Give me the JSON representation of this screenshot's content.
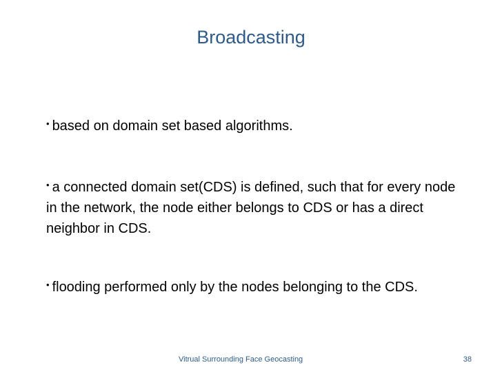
{
  "slide": {
    "title": "Broadcasting",
    "bullet_marker": "•",
    "bullets": [
      "based on domain set based algorithms.",
      "a connected domain set(CDS) is defined, such that for every node in the network, the node either belongs to CDS or has a direct neighbor in CDS.",
      "flooding performed only by the nodes belonging to the CDS."
    ],
    "footer": "Vitrual Surrounding Face Geocasting",
    "page_number": "38"
  },
  "colors": {
    "title": "#2e5a8a",
    "footer": "#2e5a8a",
    "body_text": "#000000",
    "background": "#ffffff"
  }
}
